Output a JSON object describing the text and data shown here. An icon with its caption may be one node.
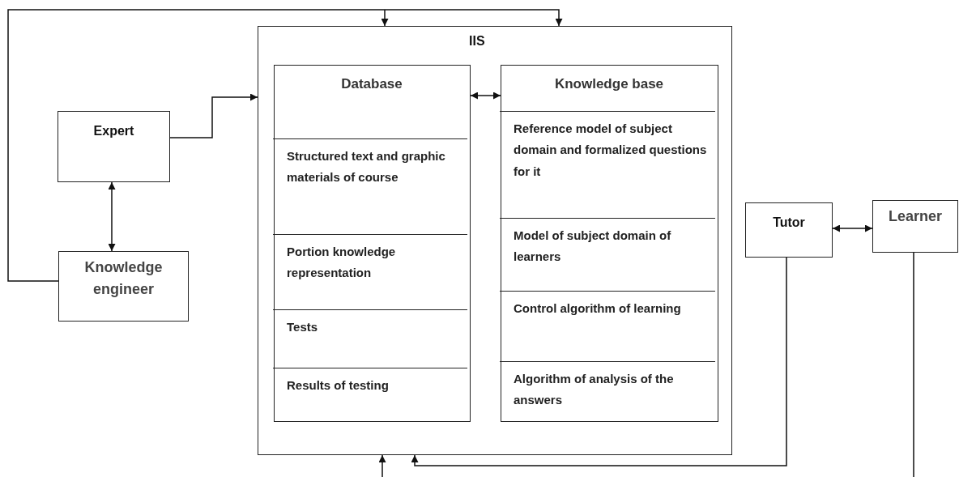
{
  "diagram": {
    "nodes": [
      {
        "text": [
          "IIS"
        ]
      },
      {
        "text": [
          "Database"
        ],
        "in": 0
      },
      {
        "text": [
          "Structured text and graphic materials of course"
        ],
        "in": 1
      },
      {
        "text": [
          "Portion knowledge representation"
        ],
        "in": 1
      },
      {
        "text": [
          "Tests"
        ],
        "in": 1
      },
      {
        "text": [
          "Results of testing"
        ],
        "in": 1
      },
      {
        "text": [
          "Knowledge base"
        ],
        "in": 0
      },
      {
        "text": [
          "Reference model of subject domain and formalized questions for it"
        ],
        "in": 6
      },
      {
        "text": [
          "Model of subject domain of learners"
        ],
        "in": 6
      },
      {
        "text": [
          "Control algorithm of learning"
        ],
        "in": 6
      },
      {
        "text": [
          "Algorithm of analysis of the answers"
        ],
        "in": 6
      },
      {
        "text": [
          "Expert"
        ]
      },
      {
        "text": [
          "Knowledge engineer"
        ]
      },
      {
        "text": [
          "Tutor"
        ]
      },
      {
        "text": [
          "Learner"
        ]
      }
    ],
    "edges": [
      {
        "from": 11,
        "to": 0,
        "arrow": "to"
      },
      {
        "from": 1,
        "to": 6,
        "arrow": "both"
      },
      {
        "from": 11,
        "to": 12,
        "arrow": "both"
      },
      {
        "from": 12,
        "to": 0,
        "arrow": "to"
      },
      {
        "from": 12,
        "to": 0,
        "arrow": "to"
      },
      {
        "from": 13,
        "to": 14,
        "arrow": "both"
      },
      {
        "from": 13,
        "to": 0,
        "arrow": "to"
      },
      {
        "from": 14,
        "to": null,
        "arrow": "none"
      },
      {
        "from": null,
        "to": 0,
        "arrow": "to"
      }
    ]
  }
}
